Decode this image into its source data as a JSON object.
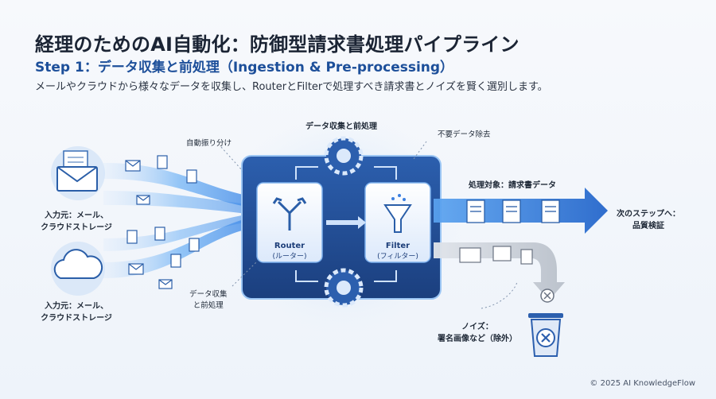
{
  "header": {
    "title": "経理のためのAI自動化：防御型請求書処理パイプライン",
    "subtitle": "Step 1：データ収集と前処理（Ingestion & Pre-processing）",
    "description": "メールやクラウドから様々なデータを収集し、RouterとFilterで処理すべき請求書とノイズを賢く選別します。"
  },
  "sources": [
    {
      "label_line1": "入力元：メール、",
      "label_line2": "クラウドストレージ",
      "icon": "mail-icon"
    },
    {
      "label_line1": "入力元：メール、",
      "label_line2": "クラウドストレージ",
      "icon": "cloud-icon"
    }
  ],
  "labels": {
    "auto_sort": "自動振り分け",
    "stage_top": "データ収集と前処理",
    "stage_bottom_line1": "データ収集",
    "stage_bottom_line2": "と前処理",
    "remove_unneeded": "不要データ除去",
    "target": "処理対象：請求書データ",
    "next_line1": "次のステップへ：",
    "next_line2": "品質検証",
    "noise_line1": "ノイズ：",
    "noise_line2": "署名画像など（除外）"
  },
  "router": {
    "name": "Router",
    "sub": "(ルーター)"
  },
  "filter": {
    "name": "Filter",
    "sub": "(フィルター)"
  },
  "footer": {
    "copyright": "© 2025 AI KnowledgeFlow"
  },
  "colors": {
    "primary": "#1d4f9a",
    "accent": "#3b7fe0",
    "flow": "#5aa3f0",
    "noise": "#c3c8d0"
  }
}
